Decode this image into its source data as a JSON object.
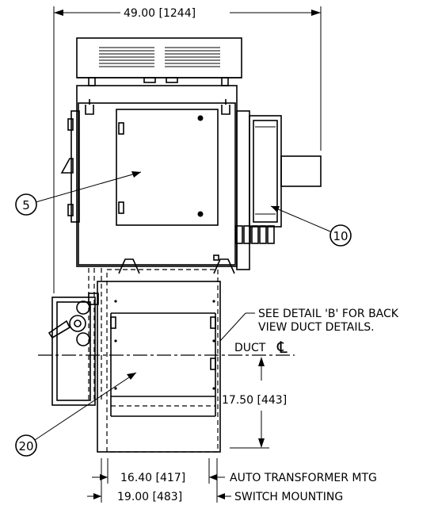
{
  "dimensions": {
    "overall_width": "49.00 [1244]",
    "height_to_duct": "17.50 [443]",
    "auto_transformer": "16.40 [417]",
    "switch": "19.00 [483]"
  },
  "labels": {
    "auto_transformer_mtg": "AUTO TRANSFORMER MTG",
    "switch_mounting": "SWITCH MOUNTING",
    "detail_note_line1": "SEE DETAIL 'B' FOR BACK",
    "detail_note_line2": "VIEW DUCT DETAILS.",
    "duct": "DUCT",
    "centerline_symbol": "℄"
  },
  "balloons": [
    "5",
    "10",
    "20"
  ]
}
